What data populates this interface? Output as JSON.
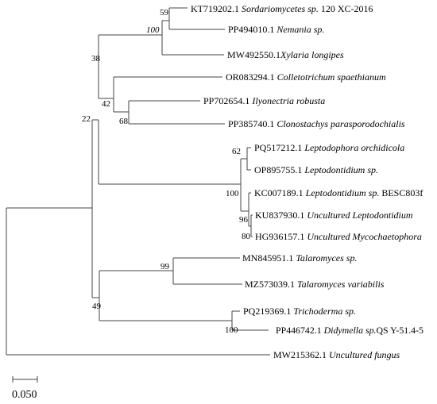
{
  "tree": {
    "leaves": [
      {
        "acc": "KT719202.1",
        "name": "Sordariomycetes sp.",
        "suffix": "120 XC-2016"
      },
      {
        "acc": "PP494010.1",
        "name": "Nemania sp.",
        "suffix": ""
      },
      {
        "acc": "MW492550.1",
        "name": "Xylaria longipes",
        "suffix": ""
      },
      {
        "acc": "OR083294.1",
        "name": "Colletotrichum spaethianum",
        "suffix": ""
      },
      {
        "acc": "PP702654.1",
        "name": "Ilyonectria robusta",
        "suffix": ""
      },
      {
        "acc": "PP385740.1",
        "name": "Clonostachys parasporodochialis",
        "suffix": ""
      },
      {
        "acc": "PQ517212.1",
        "name": "Leptodophora orchidicola",
        "suffix": ""
      },
      {
        "acc": "OP895755.1",
        "name": "Leptodontidium sp.",
        "suffix": ""
      },
      {
        "acc": "KC007189.1",
        "name": "Leptodontidium sp.",
        "suffix": "BESC803f"
      },
      {
        "acc": "KU837930.1",
        "name": "Uncultured Leptodontidium",
        "suffix": ""
      },
      {
        "acc": "HG936157.1",
        "name": "Uncultured Mycochaetophora",
        "suffix": ""
      },
      {
        "acc": "MN845951.1",
        "name": "Talaromyces sp.",
        "suffix": ""
      },
      {
        "acc": "MZ573039.1",
        "name": "Talaromyces variabilis",
        "suffix": ""
      },
      {
        "acc": "PQ219369.1",
        "name": "Trichoderma sp.",
        "suffix": ""
      },
      {
        "acc": "PP446742.1",
        "name": "Didymella sp.",
        "suffix": "QS Y-51.4-5"
      },
      {
        "acc": "MW215362.1",
        "name": "Uncultured fungus",
        "suffix": ""
      }
    ],
    "bootstrap": [
      "59",
      "100",
      "38",
      "42",
      "68",
      "22",
      "62",
      "100",
      "96",
      "80",
      "99",
      "49",
      "100"
    ],
    "scale_label": "0.050"
  }
}
